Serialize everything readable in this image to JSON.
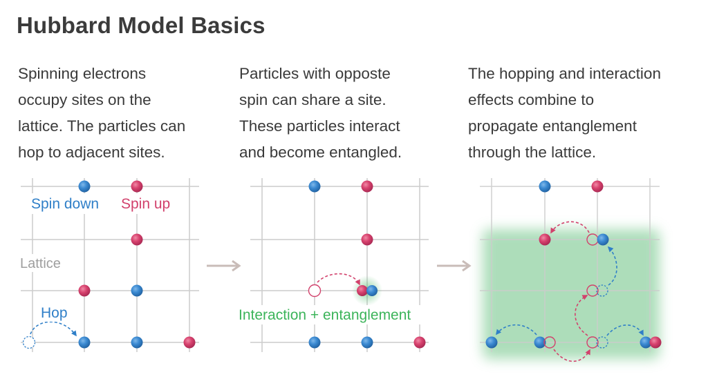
{
  "title": "Hubbard Model Basics",
  "panels": [
    {
      "caption": [
        "Spinning electrons",
        "occupy sites on the",
        "lattice. The particles can",
        "hop to adjacent sites."
      ],
      "labels": {
        "spin_down": "Spin down",
        "spin_up": "Spin up",
        "lattice": "Lattice",
        "hop": "Hop"
      }
    },
    {
      "caption": [
        "Particles with opposte",
        "spin can share a site.",
        "These particles interact",
        "and become entangled."
      ],
      "labels": {
        "interaction": "Interaction + entanglement"
      }
    },
    {
      "caption": [
        "The hopping and interaction",
        "effects combine to",
        "propagate entanglement",
        "through the lattice."
      ]
    }
  ],
  "colors": {
    "spin_down": "#2f7fc8",
    "spin_up": "#d2416c",
    "lattice": "#cccccc",
    "lattice_label": "#9e9e9e",
    "entanglement": "#3cb45a",
    "arrow": "#c9bcb8"
  }
}
